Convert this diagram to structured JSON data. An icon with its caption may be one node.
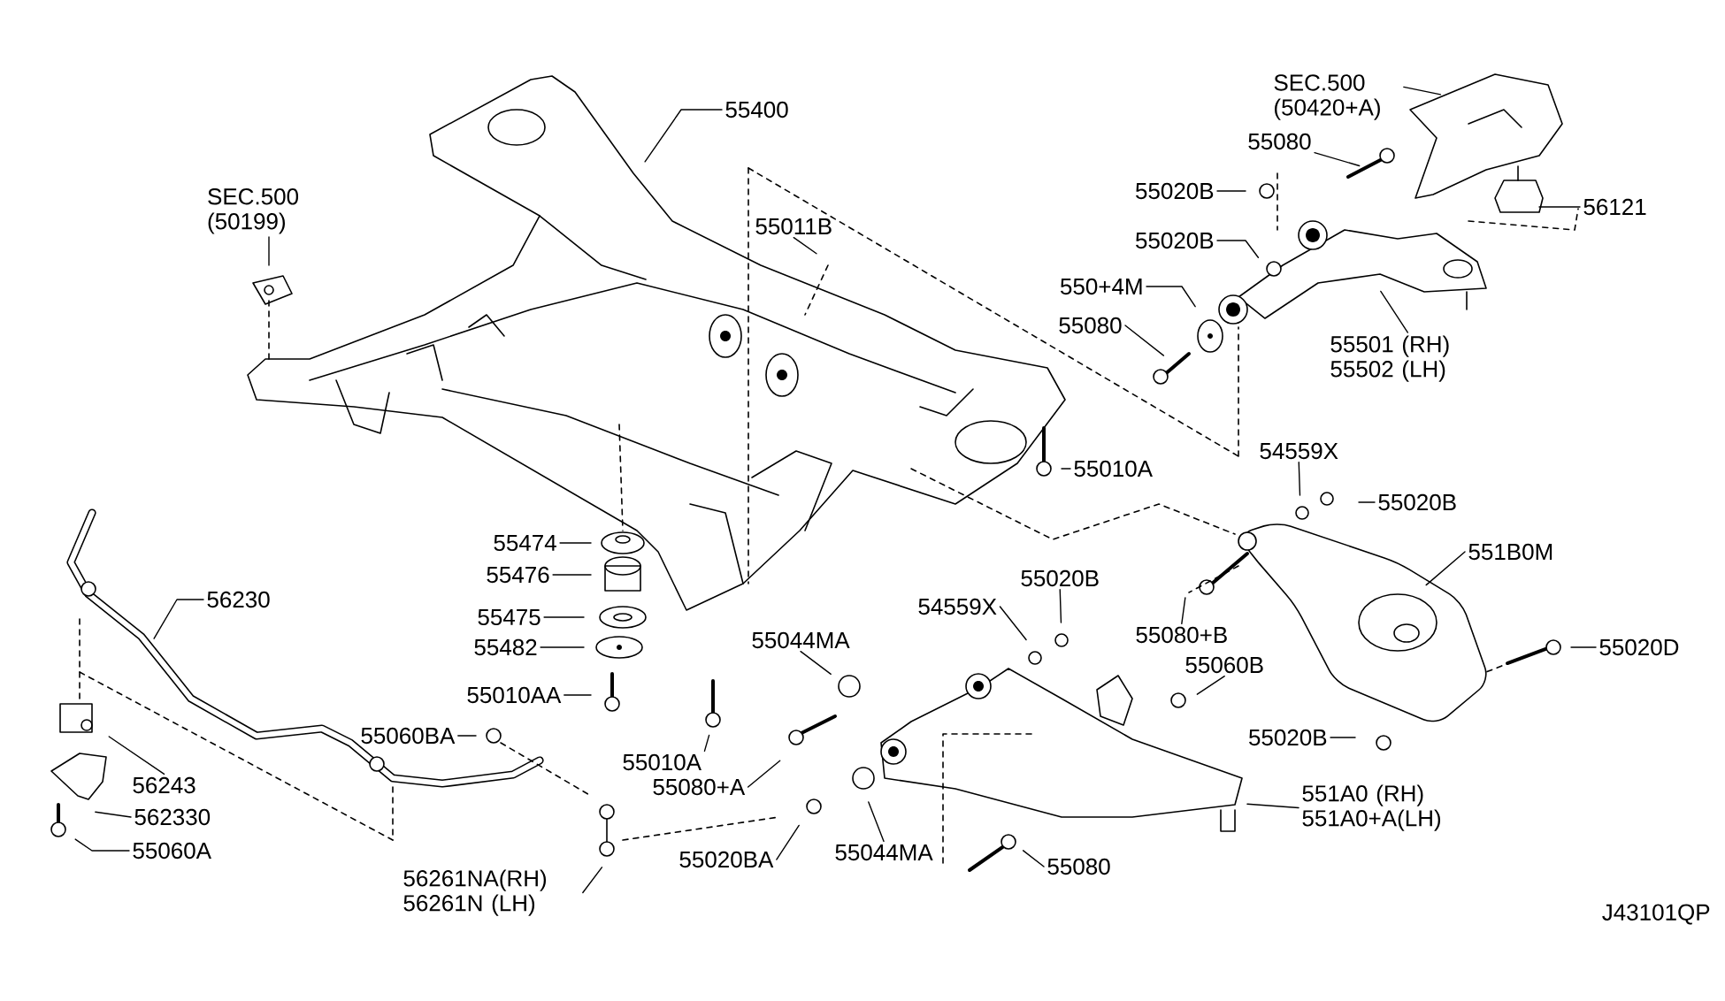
{
  "diagram": {
    "nodes": [
      {
        "text": [
          "55400"
        ]
      },
      {
        "text": [
          "SEC.500 (50199)"
        ]
      },
      {
        "text": [
          "55011B"
        ]
      },
      {
        "text": [
          "SEC.500 (50420+A)"
        ]
      },
      {
        "text": [
          "55080"
        ]
      },
      {
        "text": [
          "55020B"
        ]
      },
      {
        "text": [
          "55020B"
        ]
      },
      {
        "text": [
          "550+4M"
        ]
      },
      {
        "text": [
          "55080"
        ]
      },
      {
        "text": [
          "55501 (RH) 55502 (LH)"
        ]
      },
      {
        "text": [
          "56121"
        ]
      },
      {
        "text": [
          "55010A"
        ]
      },
      {
        "text": [
          "54559X"
        ]
      },
      {
        "text": [
          "55020B"
        ]
      },
      {
        "text": [
          "551B0M"
        ]
      },
      {
        "text": [
          "55020D"
        ]
      },
      {
        "text": [
          "55080+B"
        ]
      },
      {
        "text": [
          "55020B"
        ]
      },
      {
        "text": [
          "54559X"
        ]
      },
      {
        "text": [
          "55060B"
        ]
      },
      {
        "text": [
          "55020B"
        ]
      },
      {
        "text": [
          "551A0 (RH) 551A0+A(LH)"
        ]
      },
      {
        "text": [
          "55080"
        ]
      },
      {
        "text": [
          "55044MA"
        ]
      },
      {
        "text": [
          "55044MA"
        ]
      },
      {
        "text": [
          "55020BA"
        ]
      },
      {
        "text": [
          "55080+A"
        ]
      },
      {
        "text": [
          "55010A"
        ]
      },
      {
        "text": [
          "55010AA"
        ]
      },
      {
        "text": [
          "55482"
        ]
      },
      {
        "text": [
          "55475"
        ]
      },
      {
        "text": [
          "55476"
        ]
      },
      {
        "text": [
          "55474"
        ]
      },
      {
        "text": [
          "56230"
        ]
      },
      {
        "text": [
          "56243"
        ]
      },
      {
        "text": [
          "562330"
        ]
      },
      {
        "text": [
          "55060A"
        ]
      },
      {
        "text": [
          "55060BA"
        ]
      },
      {
        "text": [
          "56261NA(RH) 56261N (LH)"
        ]
      }
    ],
    "edges": [
      {
        "from": 0,
        "to": null,
        "arrow": "none"
      },
      {
        "from": 1,
        "to": null,
        "arrow": "none"
      },
      {
        "from": 2,
        "to": null,
        "arrow": "none"
      },
      {
        "from": 3,
        "to": null,
        "arrow": "none"
      },
      {
        "from": 4,
        "to": null,
        "arrow": "none"
      },
      {
        "from": 5,
        "to": null,
        "arrow": "none"
      },
      {
        "from": 6,
        "to": null,
        "arrow": "none"
      },
      {
        "from": 7,
        "to": null,
        "arrow": "none"
      },
      {
        "from": 8,
        "to": null,
        "arrow": "none"
      },
      {
        "from": 9,
        "to": null,
        "arrow": "none"
      },
      {
        "from": 10,
        "to": null,
        "arrow": "none"
      },
      {
        "from": 11,
        "to": null,
        "arrow": "none"
      },
      {
        "from": 12,
        "to": null,
        "arrow": "none"
      },
      {
        "from": 13,
        "to": null,
        "arrow": "none"
      },
      {
        "from": 14,
        "to": null,
        "arrow": "none"
      },
      {
        "from": 15,
        "to": null,
        "arrow": "none"
      },
      {
        "from": 16,
        "to": null,
        "arrow": "none"
      },
      {
        "from": 17,
        "to": null,
        "arrow": "none"
      },
      {
        "from": 18,
        "to": null,
        "arrow": "none"
      },
      {
        "from": 19,
        "to": null,
        "arrow": "none"
      },
      {
        "from": 20,
        "to": null,
        "arrow": "none"
      },
      {
        "from": 21,
        "to": null,
        "arrow": "none"
      },
      {
        "from": 22,
        "to": null,
        "arrow": "none"
      },
      {
        "from": 23,
        "to": null,
        "arrow": "none"
      },
      {
        "from": 24,
        "to": null,
        "arrow": "none"
      },
      {
        "from": 25,
        "to": null,
        "arrow": "none"
      },
      {
        "from": 26,
        "to": null,
        "arrow": "none"
      },
      {
        "from": 27,
        "to": null,
        "arrow": "none"
      },
      {
        "from": 28,
        "to": null,
        "arrow": "none"
      },
      {
        "from": 29,
        "to": null,
        "arrow": "none"
      },
      {
        "from": 30,
        "to": null,
        "arrow": "none"
      },
      {
        "from": 31,
        "to": null,
        "arrow": "none"
      },
      {
        "from": 32,
        "to": null,
        "arrow": "none"
      },
      {
        "from": 33,
        "to": null,
        "arrow": "none"
      },
      {
        "from": 34,
        "to": null,
        "arrow": "none"
      },
      {
        "from": 35,
        "to": null,
        "arrow": "none"
      },
      {
        "from": 36,
        "to": null,
        "arrow": "none"
      },
      {
        "from": 37,
        "to": null,
        "arrow": "none"
      },
      {
        "from": 38,
        "to": null,
        "arrow": "none"
      }
    ],
    "labels": [
      "J43101QP"
    ]
  }
}
